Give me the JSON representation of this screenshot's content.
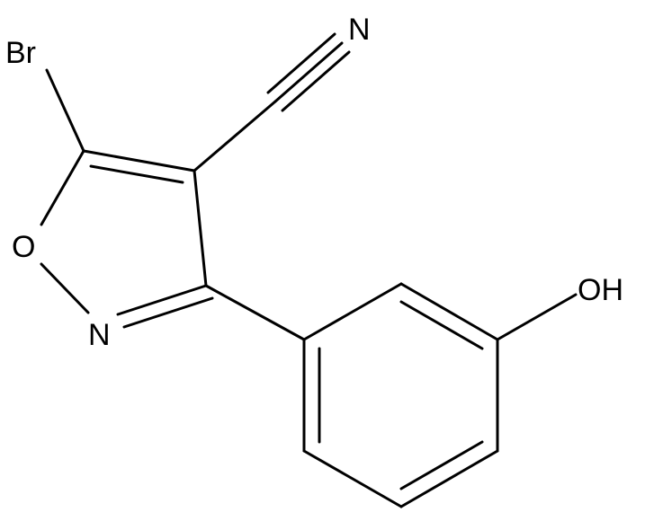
{
  "molecule": {
    "atoms": {
      "bromine": "Br",
      "ring_oxygen": "O",
      "ring_nitrogen": "N",
      "nitrile_nitrogen": "N",
      "hydroxyl": "OH"
    }
  }
}
